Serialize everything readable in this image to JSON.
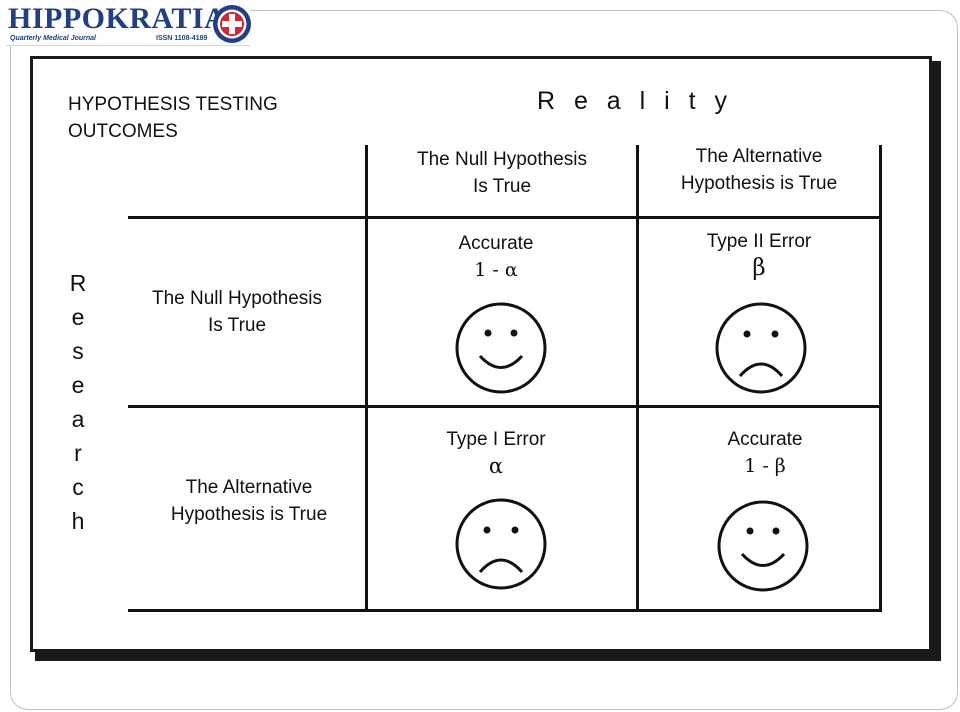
{
  "header": {
    "logo_name": "HIPPOKRATIA",
    "logo_subtitle": "Quarterly Medical Journal",
    "logo_issn": "ISSN 1108-4189"
  },
  "diagram": {
    "title_line1": "HYPOTHESIS TESTING",
    "title_line2": "OUTCOMES",
    "reality_label": "R e a l i t y",
    "research_label": [
      "R",
      "e",
      "s",
      "e",
      "a",
      "r",
      "c",
      "h"
    ],
    "columns": [
      {
        "line1": "The Null Hypothesis",
        "line2": "Is True"
      },
      {
        "line1": "The Alternative",
        "line2": "Hypothesis is True"
      }
    ],
    "rows": [
      {
        "line1": "The Null Hypothesis",
        "line2": "Is True"
      },
      {
        "line1": "The Alternative",
        "line2": "Hypothesis is True"
      }
    ],
    "cells": [
      {
        "label": "Accurate",
        "symbol": "1 - α",
        "face": "smiley-face-icon"
      },
      {
        "label": "Type II Error",
        "symbol": "β",
        "face": "frowny-face-icon"
      },
      {
        "label": "Type I Error",
        "symbol": "α",
        "face": "frowny-face-icon"
      },
      {
        "label": "Accurate",
        "symbol": "1 - β",
        "face": "smiley-face-icon"
      }
    ]
  }
}
